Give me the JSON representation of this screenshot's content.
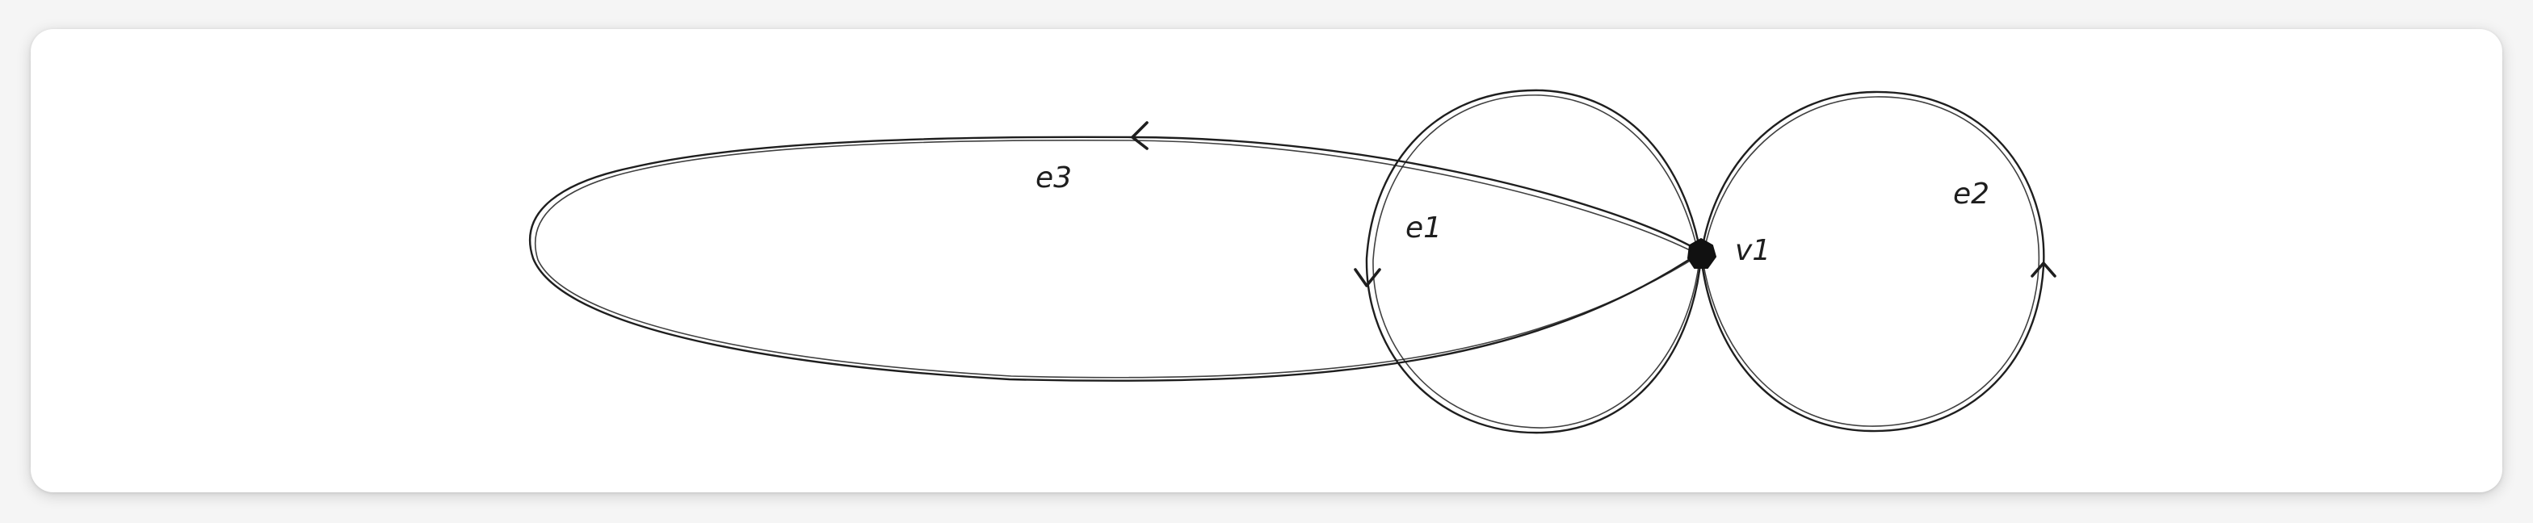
{
  "diagram": {
    "vertices": [
      {
        "id": "v1",
        "label": "v1"
      }
    ],
    "edges": [
      {
        "id": "e1",
        "label": "e1",
        "from": "v1",
        "to": "v1"
      },
      {
        "id": "e2",
        "label": "e2",
        "from": "v1",
        "to": "v1"
      },
      {
        "id": "e3",
        "label": "e3",
        "from": "v1",
        "to": "v1"
      }
    ]
  },
  "colors": {
    "stroke": "#1e1e1e",
    "canvas": "#ffffff",
    "background": "#f5f5f5"
  }
}
